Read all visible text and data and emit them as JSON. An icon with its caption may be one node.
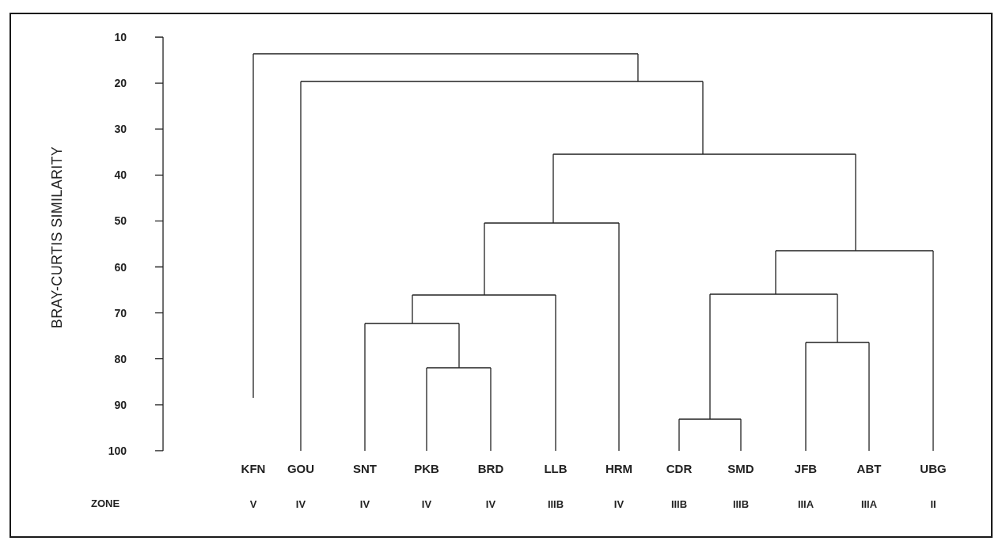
{
  "diagram": {
    "labels": [
      "BRAY-CURTIS SIMILARITY",
      "10",
      "20",
      "30",
      "40",
      "50",
      "60",
      "70",
      "80",
      "90",
      "100",
      "KFN",
      "GOU",
      "SNT",
      "PKB",
      "BRD",
      "LLB",
      "HRM",
      "CDR",
      "SMD",
      "JFB",
      "ABT",
      "UBG",
      "ZONE",
      "V",
      "IV",
      "IV",
      "IV",
      "IV",
      "IIIB",
      "IV",
      "IIIB",
      "IIIB",
      "IIIA",
      "IIIA",
      "II"
    ]
  }
}
